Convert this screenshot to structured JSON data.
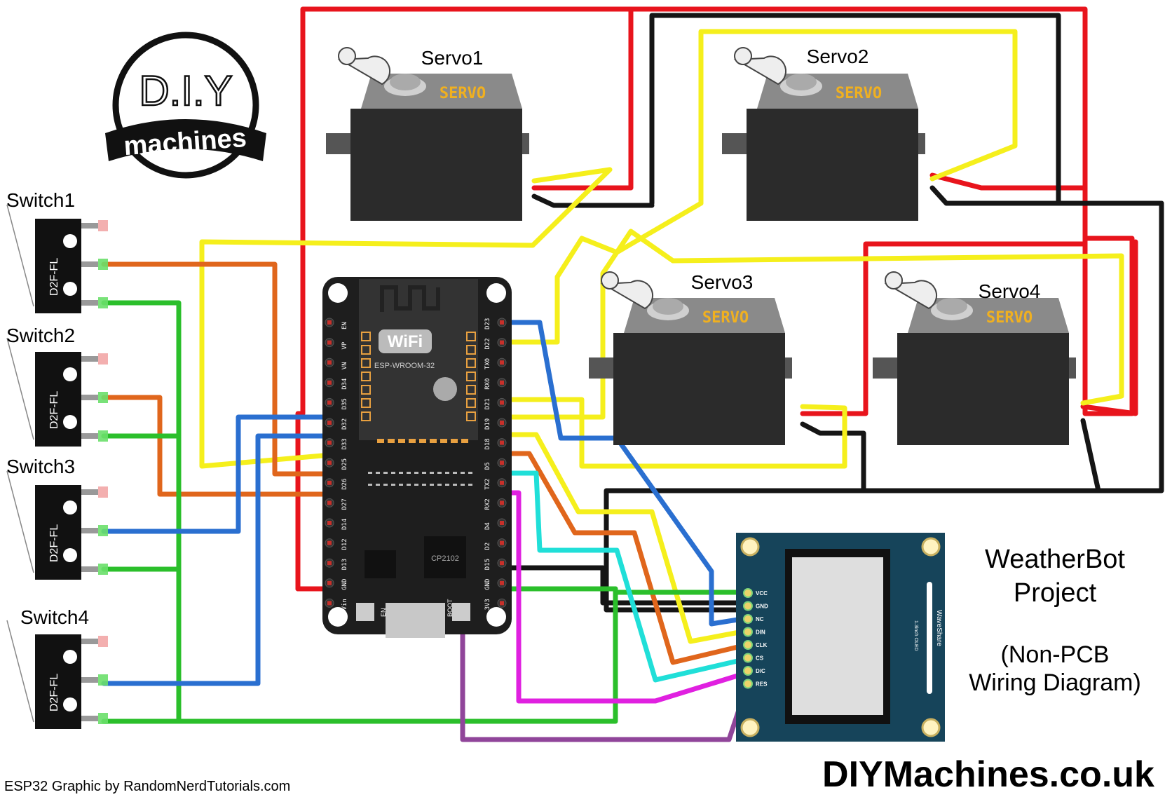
{
  "labels": {
    "project_title": "WeatherBot",
    "project_sub": "Project",
    "project_note1": "(Non-PCB",
    "project_note2": "Wiring Diagram)",
    "credit": "ESP32 Graphic by RandomNerdTutorials.com",
    "website": "DIYMachines.co.uk",
    "logo_top": "D.I.Y",
    "logo_bottom": "machines"
  },
  "servos": [
    {
      "name": "Servo1",
      "text": "SERVO"
    },
    {
      "name": "Servo2",
      "text": "SERVO"
    },
    {
      "name": "Servo3",
      "text": "SERVO"
    },
    {
      "name": "Servo4",
      "text": "SERVO"
    }
  ],
  "switches": [
    {
      "name": "Switch1",
      "model": "D2F-FL"
    },
    {
      "name": "Switch2",
      "model": "D2F-FL"
    },
    {
      "name": "Switch3",
      "model": "D2F-FL"
    },
    {
      "name": "Switch4",
      "model": "D2F-FL"
    }
  ],
  "esp32": {
    "module": "ESP-WROOM-32",
    "wifi": "WiFi",
    "chip": "CP2102",
    "left_pins": [
      "EN",
      "VP",
      "VN",
      "D34",
      "D35",
      "D32",
      "D33",
      "D25",
      "D26",
      "D27",
      "D14",
      "D12",
      "D13",
      "GND",
      "Vin"
    ],
    "right_pins": [
      "D23",
      "D22",
      "TX0",
      "RX0",
      "D21",
      "D19",
      "D18",
      "D5",
      "TX2",
      "RX2",
      "D4",
      "D2",
      "D15",
      "GND",
      "3V3"
    ],
    "btn_en": "EN",
    "btn_boot": "BOOT"
  },
  "oled": {
    "pins": [
      "VCC",
      "GND",
      "NC",
      "DIN",
      "CLK",
      "CS",
      "D/C",
      "RES"
    ],
    "brand": "WaveShare",
    "size": "1.3inch OLED"
  },
  "colors": {
    "red": "#e8141c",
    "black": "#151515",
    "yellow": "#f5ef1c",
    "orange": "#e0661c",
    "green": "#2bbf2b",
    "blue": "#2a6fd0",
    "cyan": "#20dfd8",
    "magenta": "#e020e0",
    "purple": "#90459a",
    "board": "#1e1e1e",
    "oled_pcb": "#16445a"
  }
}
